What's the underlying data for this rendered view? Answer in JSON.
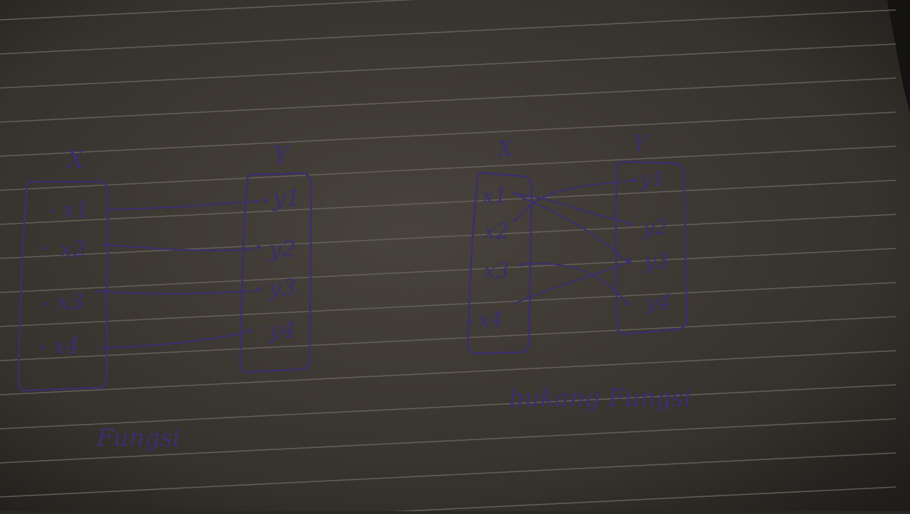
{
  "colors": {
    "paper": "#3a3631",
    "paper_shadow": "#24211e",
    "rule_line": "#6b6660",
    "ink": "#3a2f6e",
    "ink_light": "#4a3d86",
    "dark_edge": "#141312"
  },
  "diagrams": [
    {
      "caption": "Fungsi",
      "domain": {
        "label": "X",
        "items": [
          "x1",
          "x2",
          "x3",
          "x4"
        ]
      },
      "codomain": {
        "label": "Y",
        "items": [
          "y1",
          "y2",
          "y3",
          "y4"
        ]
      },
      "mappings": [
        [
          0,
          0
        ],
        [
          1,
          1
        ],
        [
          2,
          2
        ],
        [
          3,
          3
        ]
      ]
    },
    {
      "caption": "bukang Fungsi",
      "domain": {
        "label": "X",
        "items": [
          "x1",
          "x2",
          "x3",
          "x4"
        ]
      },
      "codomain": {
        "label": "Y",
        "items": [
          "y1",
          "y2",
          "y3",
          "y4"
        ]
      },
      "mappings": [
        [
          0,
          1
        ],
        [
          0,
          2
        ],
        [
          1,
          0
        ],
        [
          2,
          3
        ],
        [
          3,
          2
        ]
      ]
    }
  ]
}
